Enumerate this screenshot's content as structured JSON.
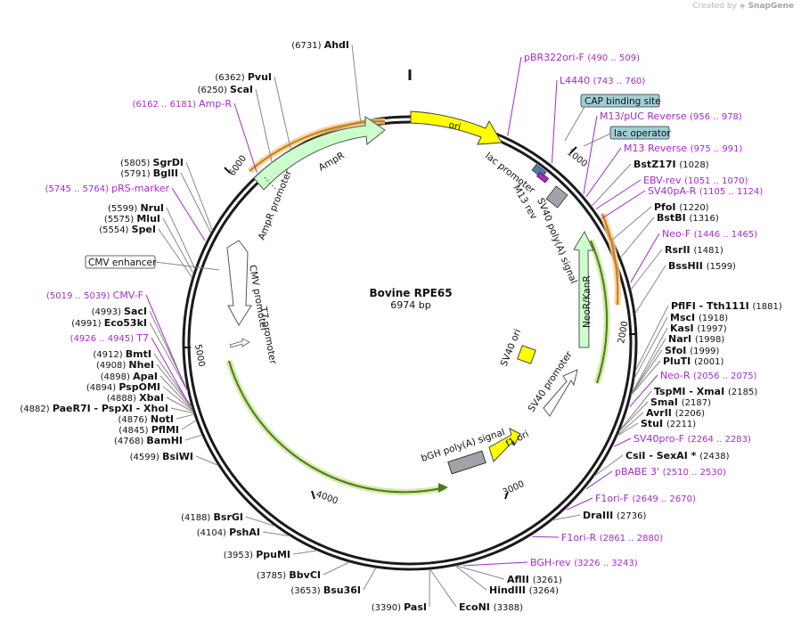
{
  "credit": {
    "prefix": "Created by",
    "brand": "SnapGene"
  },
  "plasmid": {
    "name": "Bovine RPE65",
    "length": 6974,
    "length_label": "6974 bp"
  },
  "ticks": [
    "1000",
    "2000",
    "3000",
    "4000",
    "5000",
    "6000"
  ],
  "sites": [
    {
      "pos": 6731,
      "num": "(6731)",
      "name": "AhdI"
    },
    {
      "pos": 6362,
      "num": "(6362)",
      "name": "PvuI"
    },
    {
      "pos": 6250,
      "num": "(6250)",
      "name": "ScaI"
    },
    {
      "pos": 5805,
      "num": "(5805)",
      "name": "SgrDI"
    },
    {
      "pos": 5791,
      "num": "(5791)",
      "name": "BglII"
    },
    {
      "pos": 5599,
      "num": "(5599)",
      "name": "NruI"
    },
    {
      "pos": 5575,
      "num": "(5575)",
      "name": "MluI"
    },
    {
      "pos": 5554,
      "num": "(5554)",
      "name": "SpeI"
    },
    {
      "pos": 4993,
      "num": "(4993)",
      "name": "SacI"
    },
    {
      "pos": 4991,
      "num": "(4991)",
      "name": "Eco53kI"
    },
    {
      "pos": 4912,
      "num": "(4912)",
      "name": "BmtI"
    },
    {
      "pos": 4908,
      "num": "(4908)",
      "name": "NheI"
    },
    {
      "pos": 4898,
      "num": "(4898)",
      "name": "ApaI"
    },
    {
      "pos": 4894,
      "num": "(4894)",
      "name": "PspOMI"
    },
    {
      "pos": 4888,
      "num": "(4888)",
      "name": "XbaI"
    },
    {
      "pos": 4882,
      "num": "(4882)",
      "name": "PaeR7I   - PspXI   - XhoI"
    },
    {
      "pos": 4876,
      "num": "(4876)",
      "name": "NotI"
    },
    {
      "pos": 4845,
      "num": "(4845)",
      "name": "PflMI"
    },
    {
      "pos": 4768,
      "num": "(4768)",
      "name": "BamHI"
    },
    {
      "pos": 4599,
      "num": "(4599)",
      "name": "BsiWI"
    },
    {
      "pos": 4188,
      "num": "(4188)",
      "name": "BsrGI"
    },
    {
      "pos": 4104,
      "num": "(4104)",
      "name": "PshAI"
    },
    {
      "pos": 3953,
      "num": "(3953)",
      "name": "PpuMI"
    },
    {
      "pos": 3785,
      "num": "(3785)",
      "name": "BbvCI"
    },
    {
      "pos": 3653,
      "num": "(3653)",
      "name": "Bsu36I"
    },
    {
      "pos": 3390,
      "num": "(3390)",
      "name": "PasI"
    },
    {
      "pos": 3388,
      "num": "(3388)",
      "name": "EcoNI"
    },
    {
      "pos": 3264,
      "num": "(3264)",
      "name": "HindIII"
    },
    {
      "pos": 3261,
      "num": "(3261)",
      "name": "AflII"
    },
    {
      "pos": 2736,
      "num": "(2736)",
      "name": "DraIII"
    },
    {
      "pos": 2438,
      "num": "(2438)",
      "name": "CsiI   - SexAI *"
    },
    {
      "pos": 2211,
      "num": "(2211)",
      "name": "StuI"
    },
    {
      "pos": 2206,
      "num": "(2206)",
      "name": "AvrII"
    },
    {
      "pos": 2187,
      "num": "(2187)",
      "name": "SmaI"
    },
    {
      "pos": 2185,
      "num": "(2185)",
      "name": "TspMI   - XmaI"
    },
    {
      "pos": 2001,
      "num": "(2001)",
      "name": "PluTI"
    },
    {
      "pos": 1999,
      "num": "(1999)",
      "name": "SfoI"
    },
    {
      "pos": 1998,
      "num": "(1998)",
      "name": "NarI"
    },
    {
      "pos": 1997,
      "num": "(1997)",
      "name": "KasI"
    },
    {
      "pos": 1918,
      "num": "(1918)",
      "name": "MscI"
    },
    {
      "pos": 1881,
      "num": "(1881)",
      "name": "PflFI   - Tth111I"
    },
    {
      "pos": 1599,
      "num": "(1599)",
      "name": "BssHII"
    },
    {
      "pos": 1481,
      "num": "(1481)",
      "name": "RsrII"
    },
    {
      "pos": 1316,
      "num": "(1316)",
      "name": "BstBI"
    },
    {
      "pos": 1220,
      "num": "(1220)",
      "name": "PfoI"
    },
    {
      "pos": 1028,
      "num": "(1028)",
      "name": "BstZ17I"
    }
  ],
  "primers": [
    {
      "name": "pBR322ori-F",
      "range": "(490 .. 509)"
    },
    {
      "name": "L4440",
      "range": "(743 .. 760)"
    },
    {
      "name": "M13/pUC Reverse",
      "range": "(956 .. 978)"
    },
    {
      "name": "M13 Reverse",
      "range": "(975 .. 991)"
    },
    {
      "name": "EBV-rev",
      "range": "(1051 .. 1070)"
    },
    {
      "name": "SV40pA-R",
      "range": "(1105 .. 1124)"
    },
    {
      "name": "Neo-F",
      "range": "(1446 .. 1465)"
    },
    {
      "name": "Neo-R",
      "range": "(2056 .. 2075)"
    },
    {
      "name": "SV40pro-F",
      "range": "(2264 .. 2283)"
    },
    {
      "name": "pBABE 3'",
      "range": "(2510 .. 2530)"
    },
    {
      "name": "F1ori-F",
      "range": "(2649 .. 2670)"
    },
    {
      "name": "F1ori-R",
      "range": "(2861 .. 2880)"
    },
    {
      "name": "BGH-rev",
      "range": "(3226 .. 3243)"
    },
    {
      "name": "T7",
      "range": "(4926 .. 4945)"
    },
    {
      "name": "CMV-F",
      "range": "(5019 .. 5039)"
    },
    {
      "name": "pRS-marker",
      "range": "(5745 .. 5764)"
    },
    {
      "name": "Amp-R",
      "range": "(6162 .. 6181)"
    }
  ],
  "boxed_features": [
    {
      "name": "CAP binding site",
      "fill": "#9fcfd6"
    },
    {
      "name": "lac operator",
      "fill": "#9fcfd6"
    },
    {
      "name": "CMV enhancer",
      "fill": "#ffffff"
    }
  ],
  "features": {
    "ori": "ori",
    "ampr": "AmpR",
    "ampr_promoter": "AmpR promoter",
    "lac_promoter": "lac promoter",
    "m13_rev": "M13 rev",
    "sv40_polya": "SV40 poly(A) signal",
    "neor": "NeoR/KanR",
    "sv40_ori": "SV40 ori",
    "sv40_promoter": "SV40 promoter",
    "f1_ori": "f1 ori",
    "bgh": "bGH poly(A) signal",
    "cmv_promoter": "CMV promoter",
    "t7_promoter": "T7 promoter"
  },
  "colors": {
    "backbone": "#1a1a1a",
    "ori": "#ffff00",
    "resistance": "#ccffcc",
    "primer": "#a52acb",
    "orange_arc": "#f0a030",
    "green_arc": "#9acd32",
    "gray_feature": "#a0a4a8",
    "cap_box": "#9fcfd6"
  }
}
